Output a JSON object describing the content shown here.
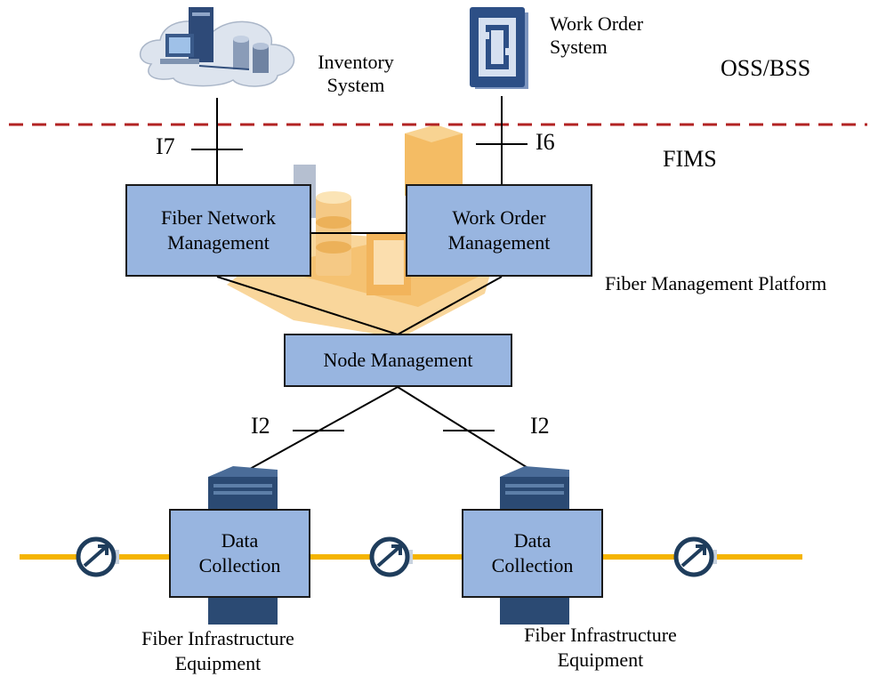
{
  "layers": {
    "oss_bss": "OSS/BSS",
    "fims": "FIMS"
  },
  "systems": {
    "inventory": [
      "Inventory",
      "System"
    ],
    "work_order": [
      "Work Order",
      "System"
    ]
  },
  "interfaces": {
    "i7": "I7",
    "i6": "I6",
    "i2_left": "I2",
    "i2_right": "I2"
  },
  "boxes": {
    "fiber_network_mgmt": [
      "Fiber Network",
      "Management"
    ],
    "work_order_mgmt": [
      "Work Order",
      "Management"
    ],
    "node_mgmt": "Node Management",
    "data_collection_left": [
      "Data",
      "Collection"
    ],
    "data_collection_right": [
      "Data",
      "Collection"
    ]
  },
  "platform_label": "Fiber Management Platform",
  "equipment": {
    "left": [
      "Fiber Infrastructure",
      "Equipment"
    ],
    "right": [
      "Fiber Infrastructure",
      "Equipment"
    ]
  },
  "colors": {
    "box_fill": "#98b5e0",
    "separator": "#b22222",
    "fiber_line": "#f5b400",
    "platform_shadow": "#f5b85a",
    "icon_navy": "#1f3d5c"
  }
}
